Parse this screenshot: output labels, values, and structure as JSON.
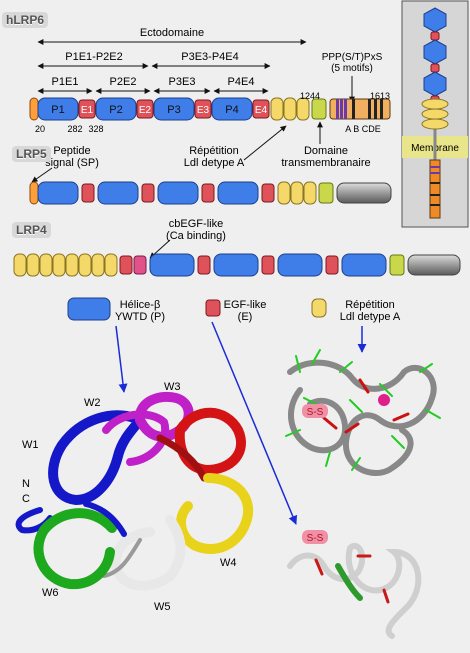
{
  "colors": {
    "propeller": "#3f7de8",
    "egf": "#e0525a",
    "ldla": "#f4d96a",
    "transmembrane": "#c8d84a",
    "cytoplasmic": "#b0b0b0",
    "signal": "#ff9f3a",
    "ppp_motif": "#f08a26",
    "inset_membrane": "#e9e58a",
    "arrow_blue": "#1a2cd8"
  },
  "lrp6": {
    "badge": "hLRP6",
    "ectodomaine": "Ectodomaine",
    "group_p1e1p2e2": "P1E1-P2E2",
    "group_p3e3p4e4": "P3E3-P4E4",
    "sub_p1e1": "P1E1",
    "sub_p2e2": "P2E2",
    "sub_p3e3": "P3E3",
    "sub_p4e4": "P4E4",
    "domains": [
      "P1",
      "E1",
      "P2",
      "E2",
      "P3",
      "E3",
      "P4",
      "E4"
    ],
    "ppp_motif_line1": "PPP(S/T)PxS",
    "ppp_motif_line2": "(5 motifs)",
    "motif_letters": "A B  CDE",
    "res_20": "20",
    "res_282": "282",
    "res_328": "328",
    "res_1244": "1244",
    "res_1613": "1613"
  },
  "lrp5": {
    "badge": "LRP5",
    "signal_peptide_line1": "Peptide",
    "signal_peptide_line2": "signal (SP)",
    "ldla_line1": "Répétition",
    "ldla_line2": "Ldl detype A",
    "tm_line1": "Domaine",
    "tm_line2": "transmembranaire"
  },
  "lrp4": {
    "badge": "LRP4",
    "cbegf_line1": "cbEGF-like",
    "cbegf_line2": "(Ca binding)"
  },
  "legend": {
    "propeller_line1": "Hélice-β",
    "propeller_line2": "YWTD (P)",
    "egf_line1": "EGF-like",
    "egf_line2": "(E)",
    "ldla_line1": "Répétition",
    "ldla_line2": "Ldl detype A"
  },
  "structure": {
    "blades": [
      "W1",
      "W2",
      "W3",
      "W4",
      "W5",
      "W6"
    ],
    "n_term": "N",
    "c_term": "C",
    "disulfide_label": "S-S"
  },
  "inset": {
    "membrane_label": "Membrane"
  }
}
